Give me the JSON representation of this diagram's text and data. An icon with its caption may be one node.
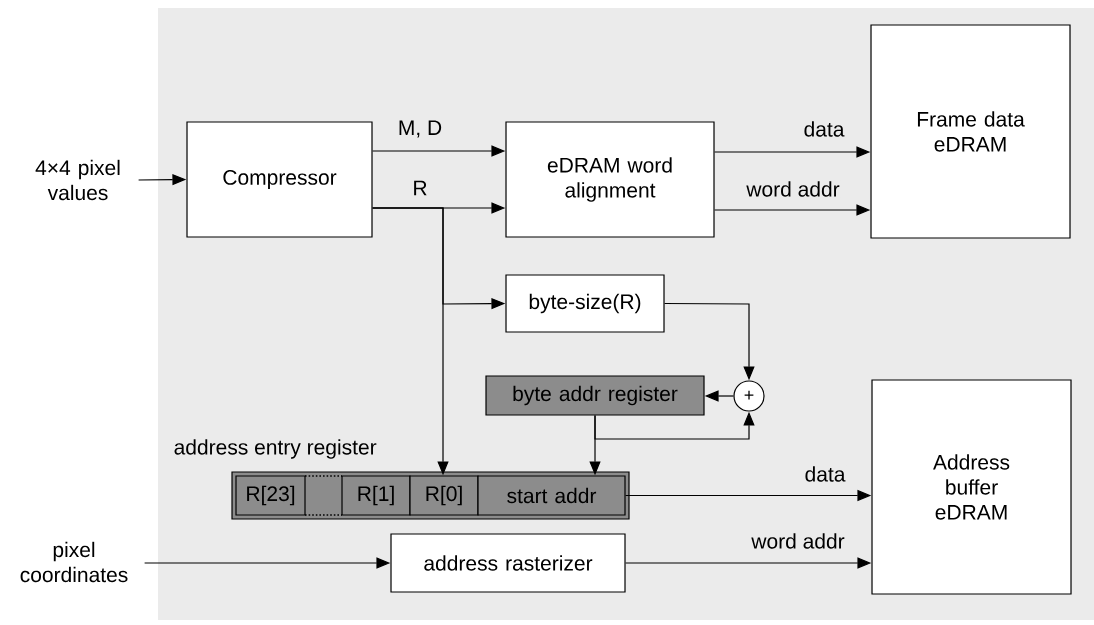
{
  "diagram": {
    "nodes": [
      {
        "text": [
          "4×4 pixel values"
        ]
      },
      {
        "text": [
          "Compressor"
        ]
      },
      {
        "text": [
          "eDRAM word alignment"
        ]
      },
      {
        "text": [
          "Frame data eDRAM"
        ]
      },
      {
        "text": [
          "byte-size(R)"
        ]
      },
      {
        "text": [
          "byte addr register"
        ]
      },
      {
        "text": [
          "+"
        ]
      },
      {
        "text": [
          "address entry register"
        ]
      },
      {
        "text": [
          "R[23]"
        ],
        "in": 7
      },
      {
        "text": [
          "R[1]"
        ],
        "in": 7
      },
      {
        "text": [
          "R[0]"
        ],
        "in": 7
      },
      {
        "text": [
          "start addr"
        ],
        "in": 7
      },
      {
        "text": [
          "pixel coordinates"
        ]
      },
      {
        "text": [
          "address rasterizer"
        ]
      },
      {
        "text": [
          "Address buffer eDRAM"
        ]
      }
    ],
    "edges": [
      {
        "from": 0,
        "to": 1,
        "arrow": "to"
      },
      {
        "from": 1,
        "to": 2,
        "arrow": "to",
        "label": "M, D"
      },
      {
        "from": 1,
        "to": 2,
        "arrow": "to",
        "label": "R"
      },
      {
        "from": 1,
        "to": 4,
        "arrow": "to"
      },
      {
        "from": 1,
        "to": 10,
        "arrow": "to"
      },
      {
        "from": 2,
        "to": 3,
        "arrow": "to",
        "label": "data"
      },
      {
        "from": 2,
        "to": 3,
        "arrow": "to",
        "label": "word addr"
      },
      {
        "from": 4,
        "to": 6,
        "arrow": "to"
      },
      {
        "from": 6,
        "to": 5,
        "arrow": "to"
      },
      {
        "from": 5,
        "to": 6,
        "arrow": "to"
      },
      {
        "from": 5,
        "to": 11,
        "arrow": "to"
      },
      {
        "from": 11,
        "to": 14,
        "arrow": "to",
        "label": "data"
      },
      {
        "from": 12,
        "to": 13,
        "arrow": "to"
      },
      {
        "from": 13,
        "to": 14,
        "arrow": "to",
        "label": "word addr"
      }
    ]
  }
}
